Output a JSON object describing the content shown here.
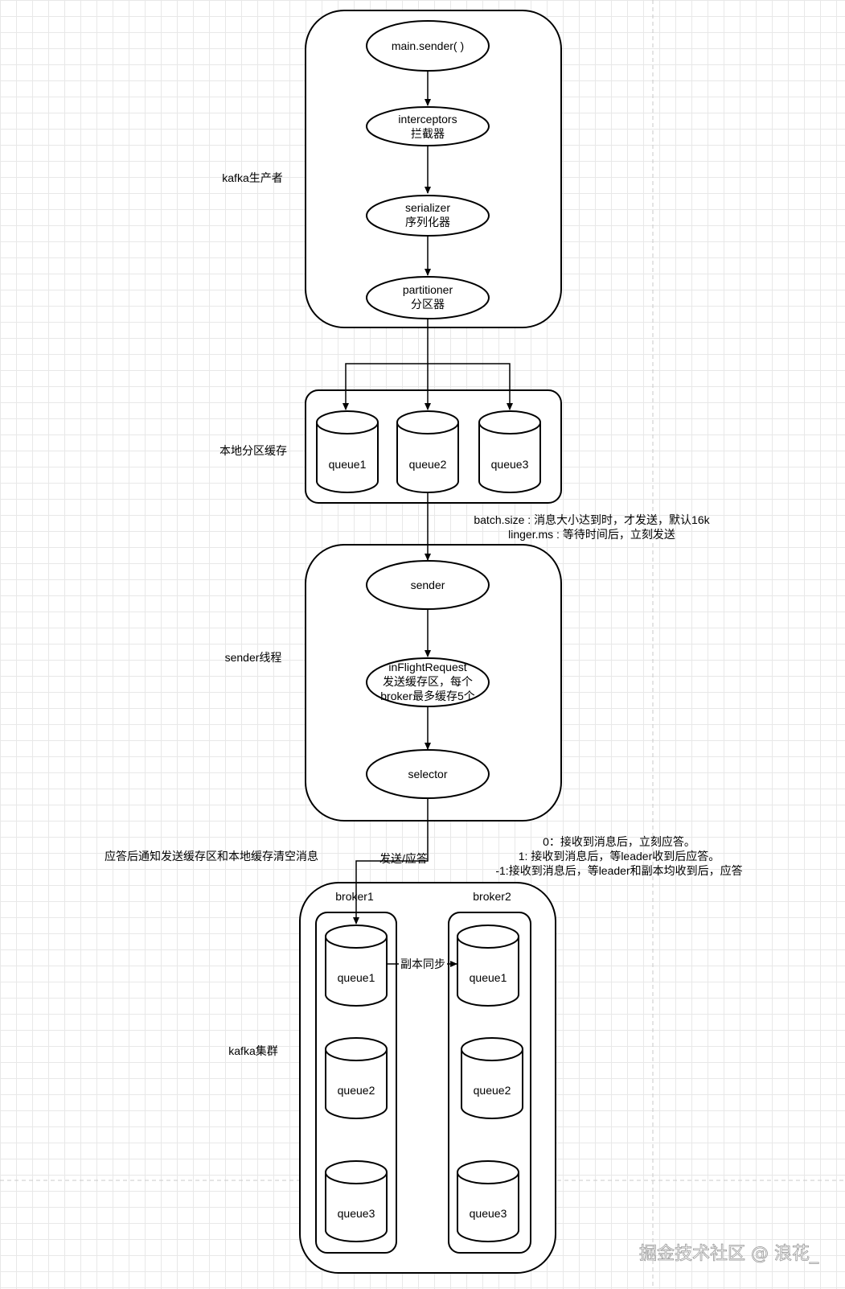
{
  "groups": {
    "producer": "kafka生产者",
    "cache": "本地分区缓存",
    "sender_thread": "sender线程",
    "cluster": "kafka集群"
  },
  "producer": {
    "main": "main.sender( )",
    "interceptors": [
      "interceptors",
      "拦截器"
    ],
    "serializer": [
      "serializer",
      "序列化器"
    ],
    "partitioner": [
      "partitioner",
      "分区器"
    ]
  },
  "cache": {
    "queues": [
      "queue1",
      "queue2",
      "queue3"
    ]
  },
  "notes": {
    "batch": [
      "batch.size : 消息大小达到时，才发送，默认16k",
      "linger.ms :  等待时间后，立刻发送"
    ],
    "ack_notify": "应答后通知发送缓存区和本地缓存清空消息",
    "send_ack": "发送/应答",
    "acks": [
      "0：接收到消息后，立刻应答。",
      "1: 接收到消息后，等leader收到后应答。",
      "-1:接收到消息后，等leader和副本均收到后，应答"
    ],
    "replica_sync": "副本同步"
  },
  "sender": {
    "sender": "sender",
    "inflight": [
      "inFlightRequest",
      "发送缓存区，每个",
      "broker最多缓存5个"
    ],
    "selector": "selector"
  },
  "cluster": {
    "broker1": {
      "title": "broker1",
      "queues": [
        "queue1",
        "queue2",
        "queue3"
      ]
    },
    "broker2": {
      "title": "broker2",
      "queues": [
        "queue1",
        "queue2",
        "queue3"
      ]
    }
  },
  "watermark": "掘金技术社区 @ 浪花_"
}
